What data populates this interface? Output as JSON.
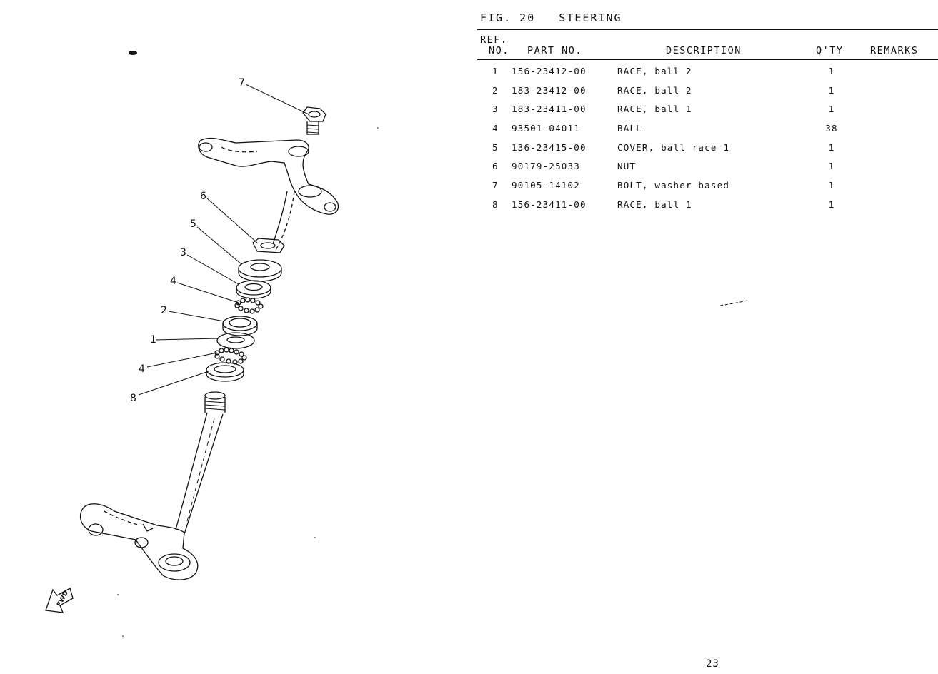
{
  "figure": {
    "title": "FIG. 20   STEERING"
  },
  "table": {
    "headers": {
      "ref_line1": "REF.",
      "ref_line2": "NO.",
      "part": "PART NO.",
      "description": "DESCRIPTION",
      "qty": "Q'TY",
      "remarks": "REMARKS"
    },
    "rows": [
      {
        "ref": "1",
        "part": "156-23412-00",
        "description": "RACE, ball 2",
        "qty": "1"
      },
      {
        "ref": "2",
        "part": "183-23412-00",
        "description": "RACE, ball 2",
        "qty": "1"
      },
      {
        "ref": "3",
        "part": "183-23411-00",
        "description": "RACE, ball 1",
        "qty": "1"
      },
      {
        "ref": "4",
        "part": "93501-04011",
        "description": "BALL",
        "qty": "38"
      },
      {
        "ref": "5",
        "part": "136-23415-00",
        "description": "COVER, ball race 1",
        "qty": "1"
      },
      {
        "ref": "6",
        "part": "90179-25033",
        "description": "NUT",
        "qty": "1"
      },
      {
        "ref": "7",
        "part": "90105-14102",
        "description": "BOLT, washer based",
        "qty": "1"
      },
      {
        "ref": "8",
        "part": "156-23411-00",
        "description": "RACE, ball 1",
        "qty": "1"
      }
    ]
  },
  "diagram": {
    "callouts": [
      "7",
      "6",
      "5",
      "3",
      "4",
      "2",
      "1",
      "4",
      "8"
    ],
    "fwd_label": "FWD"
  },
  "page_number": "23"
}
